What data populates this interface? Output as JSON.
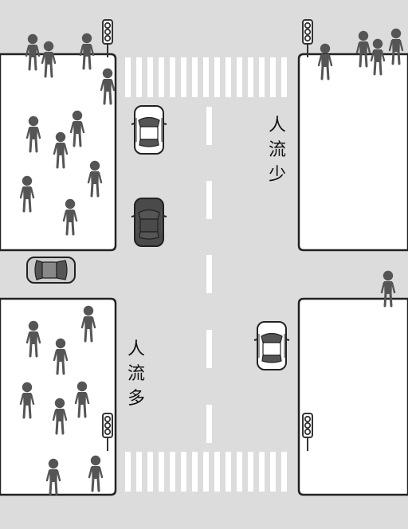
{
  "labels": {
    "few_people": [
      "人",
      "流",
      "少"
    ],
    "many_people": [
      "人",
      "流",
      "多"
    ]
  },
  "colors": {
    "road": "#dcdcdc",
    "block": "#ffffff",
    "block_border": "#222222",
    "lane_marking": "#ffffff",
    "pedestrian": "#555555",
    "car_white": "#ffffff",
    "car_dark": "#4a4a4a",
    "car_gray": "#cccccc"
  },
  "icons": {
    "traffic_light": "traffic-light-icon",
    "pedestrian": "pedestrian-icon",
    "car": "car-icon"
  }
}
